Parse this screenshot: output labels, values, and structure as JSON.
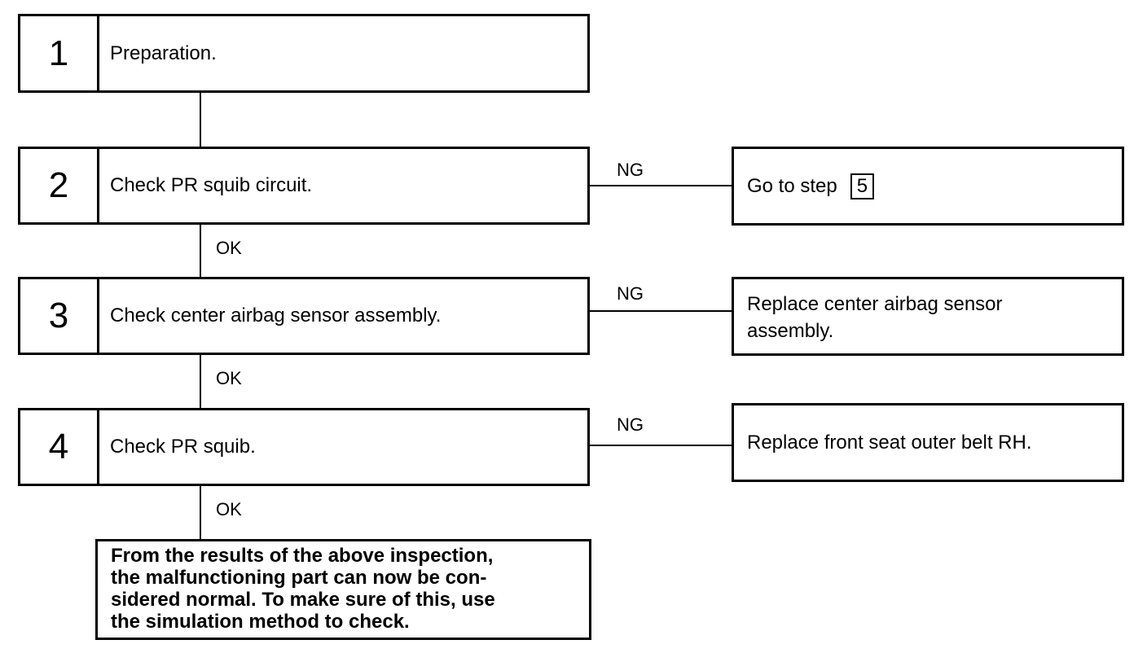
{
  "steps": [
    {
      "number": "1",
      "text": "Preparation."
    },
    {
      "number": "2",
      "text": "Check PR squib circuit."
    },
    {
      "number": "3",
      "text": "Check center airbag sensor assembly."
    },
    {
      "number": "4",
      "text": "Check PR squib."
    }
  ],
  "branches": [
    {
      "label": "NG",
      "result_prefix": "Go to step",
      "result_ref": "5"
    },
    {
      "label": "NG",
      "result_line1": "Replace center airbag sensor",
      "result_line2": "assembly."
    },
    {
      "label": "NG",
      "result": "Replace front seat outer belt RH."
    }
  ],
  "ok_labels": [
    "OK",
    "OK",
    "OK"
  ],
  "final": {
    "line1": "From the results of the above inspection,",
    "line2": "the malfunctioning part can now be con-",
    "line3": "sidered normal. To make sure of this, use",
    "line4": "the simulation method to check."
  }
}
